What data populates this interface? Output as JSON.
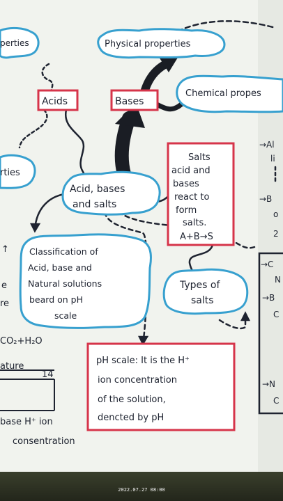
{
  "colors": {
    "paper": "#f3f5f0",
    "ink": "#1e2330",
    "cloud": "#37a0cf",
    "box": "#d6344a"
  },
  "nodes": {
    "properties_left": "perties",
    "physical_properties": "Physical properties",
    "chemical_properties": "Chemical propes",
    "acids": "Acids",
    "bases": "Bases",
    "properties_left2": "rties",
    "center_l1": "Acid, bases",
    "center_l2": "and salts",
    "salts": [
      "Salts",
      "acid and",
      "bases",
      "react to",
      "form",
      "salts.",
      "A+B→S"
    ],
    "classification": [
      "Classification of",
      "Acid, base and",
      "Natural solutions",
      "beard on pH",
      "scale"
    ],
    "types_of_salts": [
      "Types of",
      "salts"
    ],
    "ph_scale": [
      "pH scale: It is the H⁺",
      "ion concentration",
      "of the solution,",
      "dencted by pH"
    ]
  },
  "edge_text": {
    "right_top": [
      "→Al",
      "li"
    ],
    "right_mid": [
      "→B",
      "o",
      "2"
    ],
    "right_low": [
      "→C",
      "N",
      "→B",
      "C",
      "→N",
      "C"
    ],
    "left_mid": [
      "↑",
      "e",
      "re"
    ],
    "co2_h2o": "CO₂+H₂O",
    "nature": "ature",
    "fourteen": "14",
    "base_hion": "base   H⁺ ion",
    "consentration": "consentration"
  },
  "timestamp": "2022.07.27 08:00"
}
